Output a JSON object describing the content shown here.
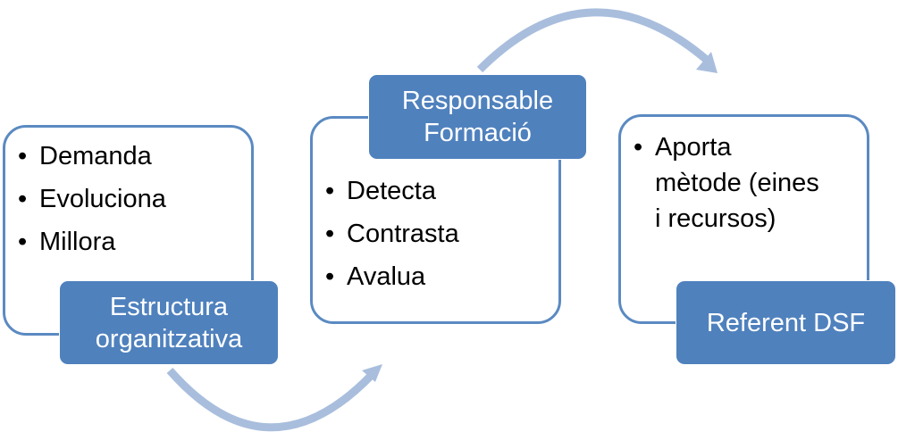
{
  "colors": {
    "label_fill": "#4f81bd",
    "outline": "#5b8ac2",
    "arrow": "#a9bedd",
    "label_text": "#ffffff",
    "body_text": "#000000"
  },
  "nodes": [
    {
      "label_lines": [
        "Estructura",
        "organitzativa"
      ],
      "bullets": [
        "Demanda",
        "Evoluciona",
        "Millora"
      ]
    },
    {
      "label_lines": [
        "Responsable",
        "Formació"
      ],
      "bullets": [
        "Detecta",
        "Contrasta",
        "Avalua"
      ]
    },
    {
      "label_lines": [
        "Referent DSF"
      ],
      "bullets": [
        "Aporta",
        "mètode (eines",
        "i recursos)"
      ]
    }
  ],
  "bullet_glyph": "•",
  "arrows": [
    {
      "from": "Estructura organitzativa",
      "to": "Responsable Formació",
      "icon": "curved-arrow-icon"
    },
    {
      "from": "Responsable Formació",
      "to": "Referent DSF",
      "icon": "curved-arrow-icon"
    }
  ]
}
